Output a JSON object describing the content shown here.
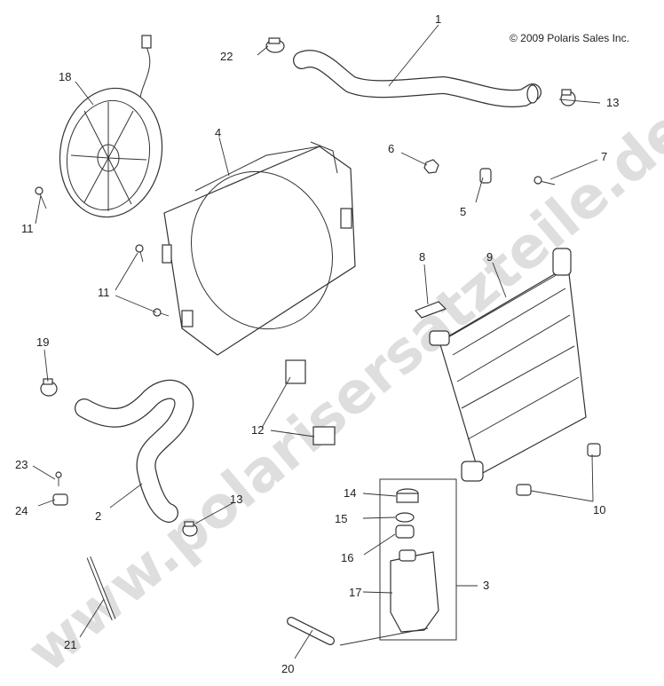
{
  "copyright": "© 2009 Polaris Sales Inc.",
  "watermark": "www.polarisersatzteile.de",
  "callouts": {
    "c1": "1",
    "c2": "2",
    "c3": "3",
    "c4": "4",
    "c5": "5",
    "c6": "6",
    "c7": "7",
    "c8": "8",
    "c9": "9",
    "c10": "10",
    "c11a": "11",
    "c11b": "11",
    "c12": "12",
    "c13a": "13",
    "c13b": "13",
    "c14": "14",
    "c15": "15",
    "c16": "16",
    "c17": "17",
    "c18": "18",
    "c19": "19",
    "c20": "20",
    "c21": "21",
    "c22": "22",
    "c23": "23",
    "c24": "24"
  }
}
